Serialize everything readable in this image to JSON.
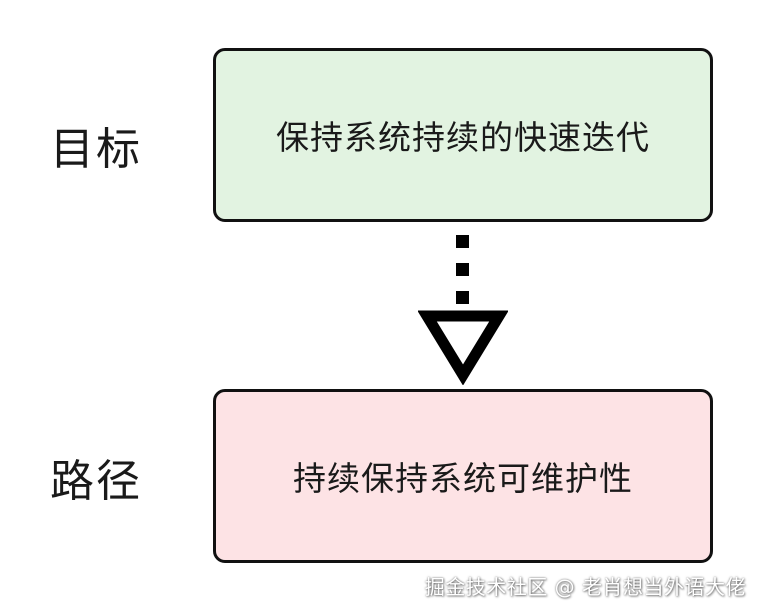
{
  "goal": {
    "label": "目标",
    "box_text": "保持系统持续的快速迭代",
    "box_fill": "#e2f3e1"
  },
  "path": {
    "label": "路径",
    "box_text": "持续保持系统可维护性",
    "box_fill": "#fde3e5"
  },
  "watermark": "掘金技术社区 @ 老肖想当外语大佬"
}
